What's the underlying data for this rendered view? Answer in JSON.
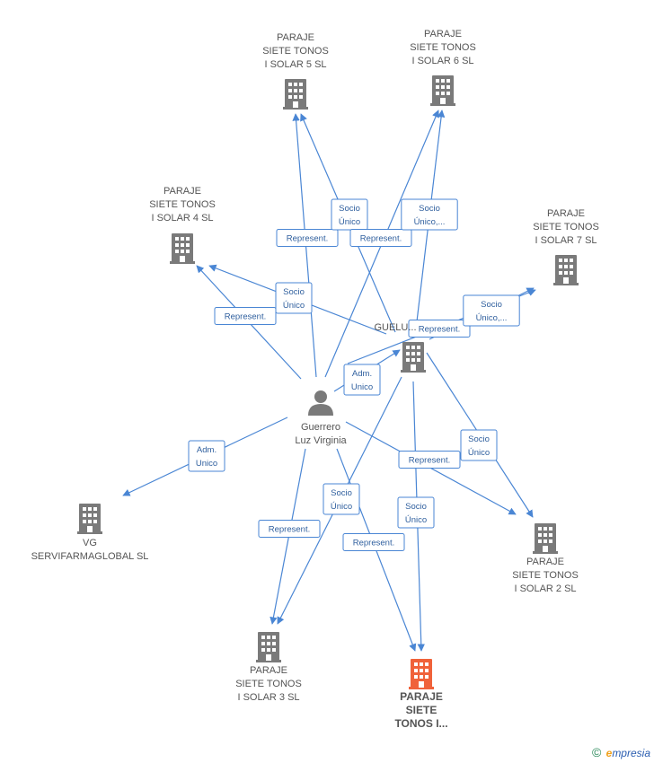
{
  "colors": {
    "edge": "#4a86d4",
    "building": "#7a7a7a",
    "building_highlight": "#f0623a",
    "person": "#7a7a7a"
  },
  "nodes": [
    {
      "id": "solar5",
      "kind": "building",
      "lines": [
        "PARAJE",
        "SIETE TONOS",
        "I SOLAR 5 SL"
      ]
    },
    {
      "id": "solar6",
      "kind": "building",
      "lines": [
        "PARAJE",
        "SIETE TONOS",
        "I SOLAR 6 SL"
      ]
    },
    {
      "id": "solar4",
      "kind": "building",
      "lines": [
        "PARAJE",
        "SIETE TONOS",
        "I SOLAR 4 SL"
      ]
    },
    {
      "id": "solar7",
      "kind": "building",
      "lines": [
        "PARAJE",
        "SIETE TONOS",
        "I SOLAR 7  SL"
      ]
    },
    {
      "id": "guelu",
      "kind": "building",
      "lines": [
        "GUELU..."
      ]
    },
    {
      "id": "person",
      "kind": "person",
      "lines": [
        "Guerrero",
        "Luz Virginia"
      ]
    },
    {
      "id": "vg",
      "kind": "building",
      "lines": [
        "VG",
        "SERVIFARMAGLOBAL SL"
      ]
    },
    {
      "id": "solar2",
      "kind": "building",
      "lines": [
        "PARAJE",
        "SIETE TONOS",
        "I SOLAR 2 SL"
      ]
    },
    {
      "id": "solar3",
      "kind": "building",
      "lines": [
        "PARAJE",
        "SIETE TONOS",
        "I SOLAR 3 SL"
      ]
    },
    {
      "id": "main",
      "kind": "building-highlight",
      "lines": [
        "PARAJE",
        "SIETE",
        "TONOS I..."
      ]
    }
  ],
  "edges": [
    {
      "from": "person",
      "to": "solar5",
      "label": [
        "Represent."
      ]
    },
    {
      "from": "guelu",
      "to": "solar5",
      "label": [
        "Socio",
        "Único"
      ]
    },
    {
      "from": "person",
      "to": "solar6",
      "label": [
        "Represent."
      ]
    },
    {
      "from": "guelu",
      "to": "solar6",
      "label": [
        "Socio",
        "Único,..."
      ]
    },
    {
      "from": "person",
      "to": "solar4",
      "label": [
        "Represent."
      ]
    },
    {
      "from": "guelu",
      "to": "solar4",
      "label": [
        "Socio",
        "Único"
      ]
    },
    {
      "from": "person",
      "to": "solar7",
      "label": [
        "Represent."
      ]
    },
    {
      "from": "guelu",
      "to": "solar7",
      "label": [
        "Socio",
        "Único,..."
      ]
    },
    {
      "from": "person",
      "to": "guelu",
      "label": [
        "Adm.",
        "Unico"
      ]
    },
    {
      "from": "person",
      "to": "vg",
      "label": [
        "Adm.",
        "Unico"
      ]
    },
    {
      "from": "person",
      "to": "solar2",
      "label": [
        "Represent."
      ]
    },
    {
      "from": "guelu",
      "to": "solar2",
      "label": [
        "Socio",
        "Único"
      ]
    },
    {
      "from": "person",
      "to": "solar3",
      "label": [
        "Represent."
      ]
    },
    {
      "from": "guelu",
      "to": "solar3",
      "label": [
        "Socio",
        "Único"
      ]
    },
    {
      "from": "person",
      "to": "main",
      "label": [
        "Represent."
      ]
    },
    {
      "from": "guelu",
      "to": "main",
      "label": [
        "Socio",
        "Único"
      ]
    }
  ],
  "footer": {
    "copyright": "©",
    "brand_first": "e",
    "brand_rest": "mpresia"
  }
}
